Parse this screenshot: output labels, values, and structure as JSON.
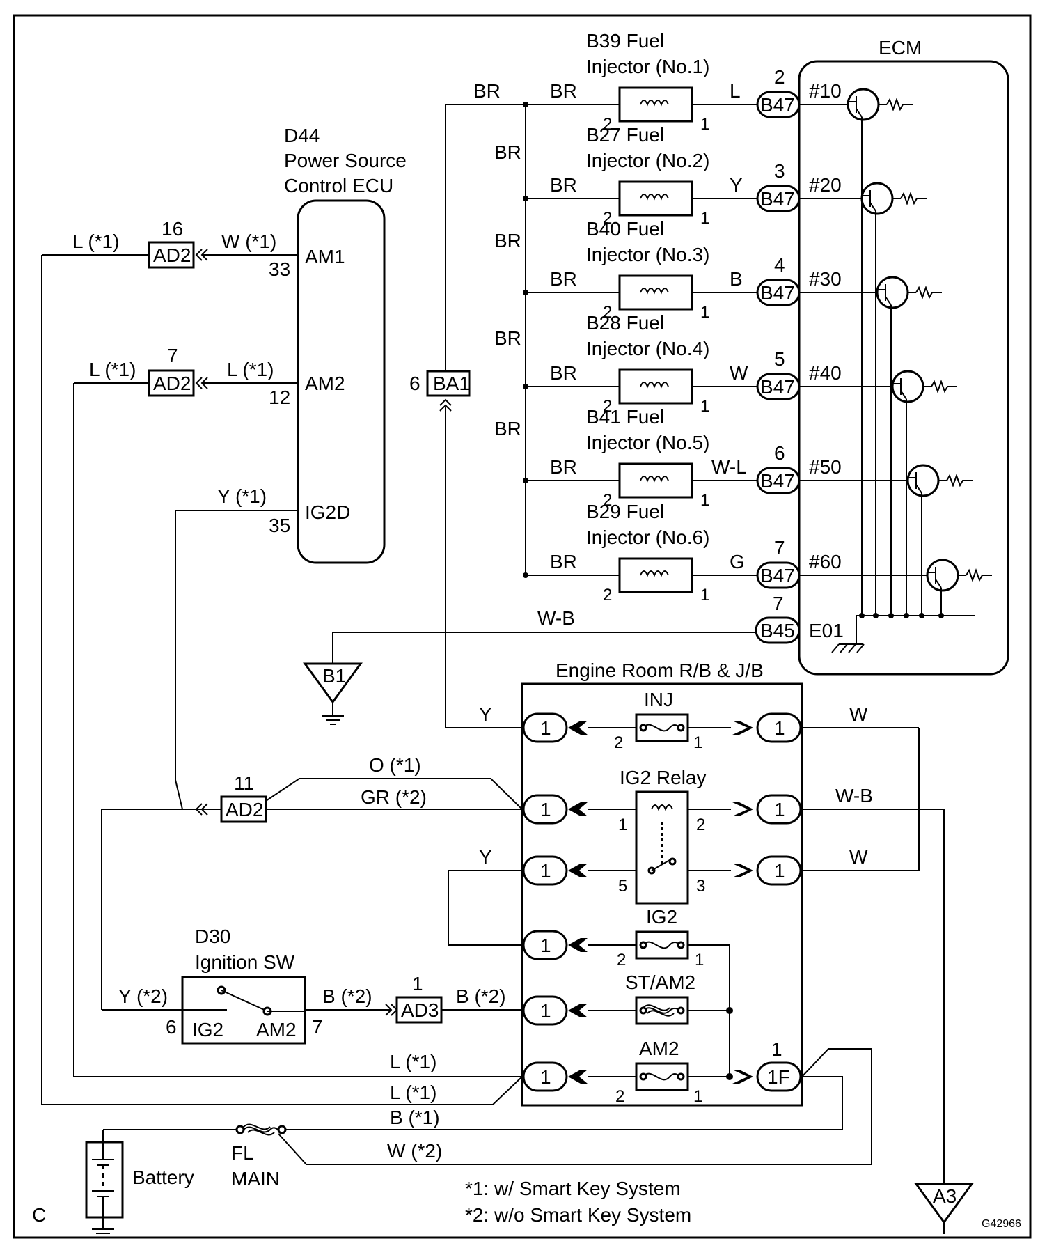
{
  "corner_label": "C",
  "figure_code": "G42966",
  "ecm": {
    "title": "ECM",
    "ground_pin": "E01"
  },
  "power_ecu": {
    "line1": "D44",
    "line2": "Power Source",
    "line3": "Control ECU",
    "pin_am1": "AM1",
    "pin_am2": "AM2",
    "pin_ig2d": "IG2D",
    "num_am1": "33",
    "num_am2": "12",
    "num_ig2d": "35"
  },
  "injectors": [
    {
      "name1": "B39 Fuel",
      "name2": "Injector (No.1)",
      "wire_in": "BR",
      "wire_out": "L",
      "conn": "B47",
      "conn_pin": "2",
      "ecm_pin": "#10"
    },
    {
      "name1": "B27 Fuel",
      "name2": "Injector (No.2)",
      "wire_in": "BR",
      "wire_out": "Y",
      "conn": "B47",
      "conn_pin": "3",
      "ecm_pin": "#20"
    },
    {
      "name1": "B40 Fuel",
      "name2": "Injector (No.3)",
      "wire_in": "BR",
      "wire_out": "B",
      "conn": "B47",
      "conn_pin": "4",
      "ecm_pin": "#30"
    },
    {
      "name1": "B28 Fuel",
      "name2": "Injector (No.4)",
      "wire_in": "BR",
      "wire_out": "W",
      "conn": "B47",
      "conn_pin": "5",
      "ecm_pin": "#40"
    },
    {
      "name1": "B41 Fuel",
      "name2": "Injector (No.5)",
      "wire_in": "BR",
      "wire_out": "W-L",
      "conn": "B47",
      "conn_pin": "6",
      "ecm_pin": "#50"
    },
    {
      "name1": "B29 Fuel",
      "name2": "Injector (No.6)",
      "wire_in": "BR",
      "wire_out": "G",
      "conn": "B47",
      "conn_pin": "7",
      "ecm_pin": "#60"
    }
  ],
  "injector_pins": {
    "left": "2",
    "right": "1"
  },
  "br_labels": {
    "top": "BR",
    "seg1": "BR",
    "seg2": "BR",
    "seg3": "BR",
    "seg4": "BR"
  },
  "ba1": {
    "pin": "6",
    "label": "BA1"
  },
  "b45": {
    "label": "B45",
    "pin": "7",
    "wire": "W-B"
  },
  "grounds": {
    "b1": "B1",
    "a3": "A3"
  },
  "ad2_1": {
    "pin": "16",
    "label": "AD2",
    "left_wire": "L (*1)",
    "right_wire": "W (*1)"
  },
  "ad2_2": {
    "pin": "7",
    "label": "AD2",
    "left_wire": "L (*1)",
    "right_wire": "L (*1)"
  },
  "ad2_3": {
    "pin": "11",
    "label": "AD2",
    "wire_o": "O (*1)",
    "wire_gr": "GR (*2)"
  },
  "ig2d_wire": "Y (*1)",
  "ad3": {
    "pin": "1",
    "label": "AD3",
    "left_wire": "B (*2)",
    "right_wire": "B (*2)"
  },
  "ignition": {
    "line1": "D30",
    "line2": "Ignition SW",
    "ig2": "IG2",
    "am2": "AM2",
    "pin_ig2": "6",
    "pin_am2": "7",
    "wire": "Y (*2)"
  },
  "rb": {
    "title": "Engine Room R/B & J/B",
    "inj": "INJ",
    "ig2_relay": "IG2 Relay",
    "ig2": "IG2",
    "st_am2": "ST/AM2",
    "am2": "AM2",
    "conn": "1",
    "conn_1f": "1F",
    "conn_1f_pin": "1",
    "pin2": "2",
    "pin1": "1",
    "pin5": "5",
    "pin3": "3"
  },
  "rb_wires": {
    "y_top": "Y",
    "y_mid": "Y",
    "w_top": "W",
    "wb": "W-B",
    "w_mid": "W"
  },
  "bottom_wires": {
    "l1": "L (*1)",
    "l2": "L (*1)",
    "b1": "B (*1)",
    "w2": "W (*2)"
  },
  "battery": {
    "label": "Battery",
    "fuse1": "FL",
    "fuse2": "MAIN"
  },
  "notes": {
    "n1": "*1: w/ Smart Key System",
    "n2": "*2: w/o Smart Key System"
  }
}
